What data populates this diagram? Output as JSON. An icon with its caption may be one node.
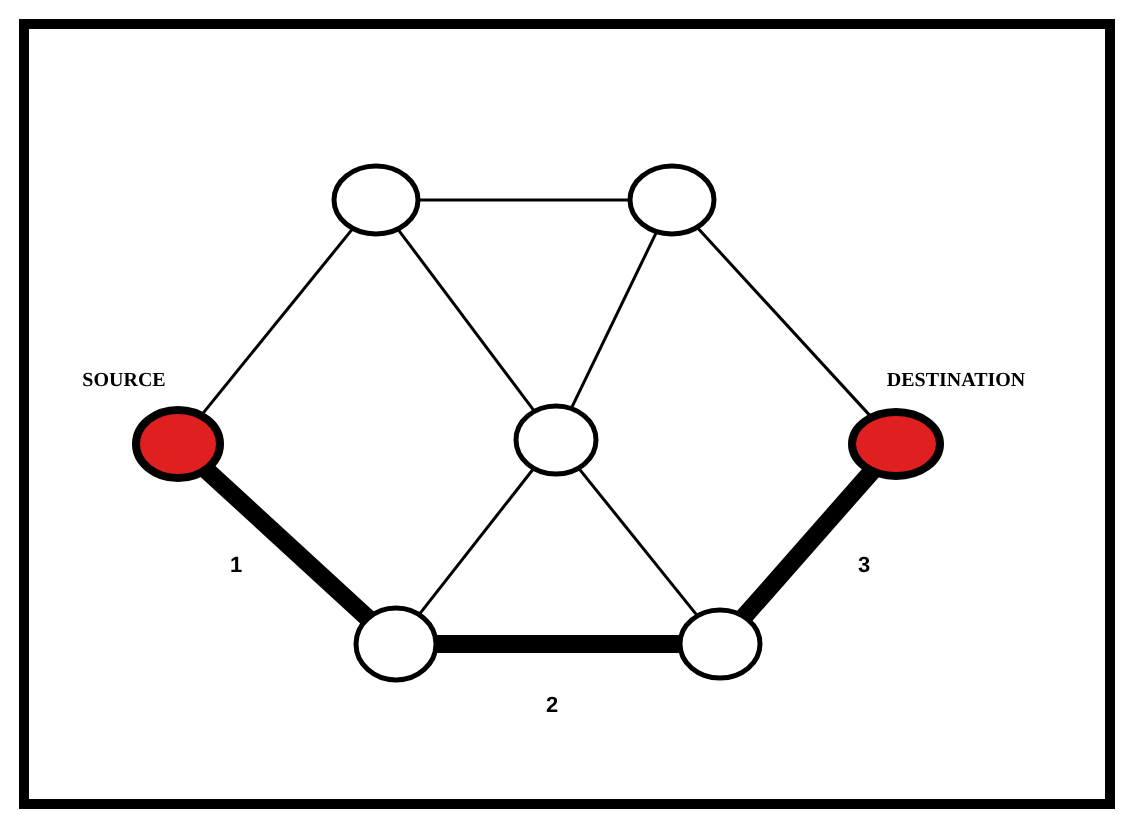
{
  "diagram": {
    "nodes": [
      {
        "text": [],
        "shape": "circle"
      },
      {
        "text": [],
        "shape": "circle"
      },
      {
        "text": [],
        "shape": "circle",
        "beside": [
          "SOURCE"
        ]
      },
      {
        "text": [],
        "shape": "circle"
      },
      {
        "text": [],
        "shape": "circle",
        "beside": [
          "DESTINATION"
        ]
      },
      {
        "text": [],
        "shape": "circle"
      },
      {
        "text": [],
        "shape": "circle"
      }
    ],
    "edges": [
      {
        "from": 0,
        "to": 1,
        "arrow": "none"
      },
      {
        "from": 0,
        "to": 2,
        "arrow": "none"
      },
      {
        "from": 0,
        "to": 3,
        "arrow": "none"
      },
      {
        "from": 1,
        "to": 3,
        "arrow": "none"
      },
      {
        "from": 1,
        "to": 4,
        "arrow": "none"
      },
      {
        "from": 3,
        "to": 5,
        "arrow": "none"
      },
      {
        "from": 3,
        "to": 6,
        "arrow": "none"
      },
      {
        "from": 2,
        "to": 5,
        "arrow": "none",
        "label": "1",
        "style": "thick"
      },
      {
        "from": 5,
        "to": 6,
        "arrow": "none",
        "label": "2",
        "style": "thick"
      },
      {
        "from": 6,
        "to": 4,
        "arrow": "none",
        "label": "3",
        "style": "thick"
      }
    ]
  }
}
